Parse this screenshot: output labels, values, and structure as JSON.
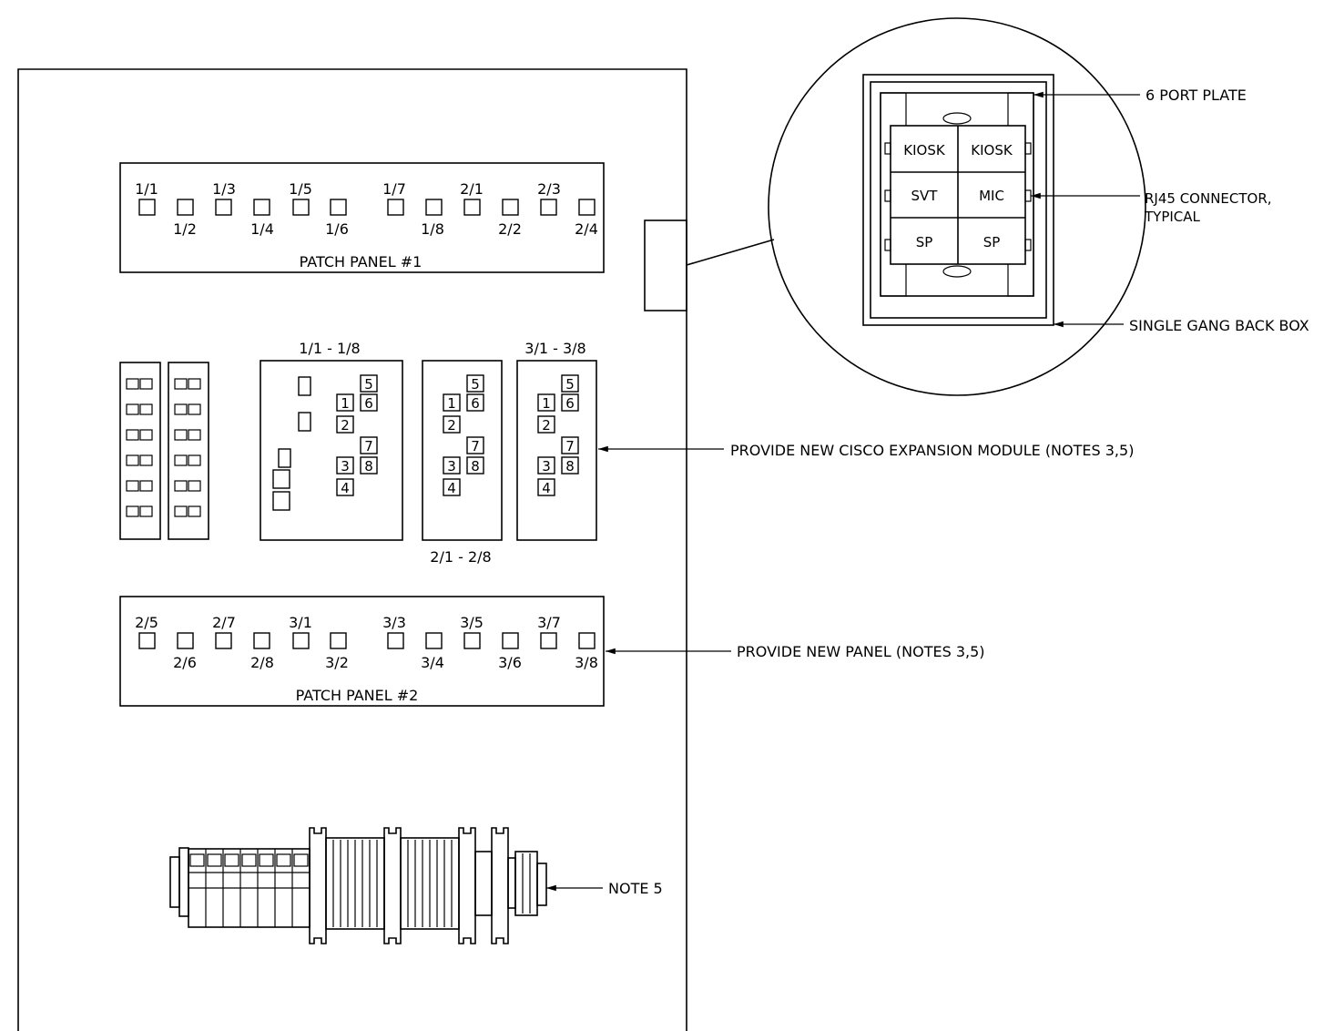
{
  "patch_panel_1": {
    "title": "PATCH PANEL #1",
    "top_labels": [
      "1/1",
      "1/3",
      "1/5",
      "1/7",
      "2/1",
      "2/3"
    ],
    "bottom_labels": [
      "1/2",
      "1/4",
      "1/6",
      "1/8",
      "2/2",
      "2/4"
    ]
  },
  "patch_panel_2": {
    "title": "PATCH PANEL #2",
    "top_labels": [
      "2/5",
      "2/7",
      "3/1",
      "3/3",
      "3/5",
      "3/7"
    ],
    "bottom_labels": [
      "2/6",
      "2/8",
      "3/2",
      "3/4",
      "3/6",
      "3/8"
    ]
  },
  "modules": {
    "label_a": "1/1 - 1/8",
    "label_b": "2/1 - 2/8",
    "label_c": "3/1 - 3/8",
    "port_numbers": [
      "1",
      "2",
      "3",
      "4",
      "5",
      "6",
      "7",
      "8"
    ]
  },
  "plate": {
    "ports": [
      "KIOSK",
      "KIOSK",
      "SVT",
      "MIC",
      "SP",
      "SP"
    ]
  },
  "callouts": {
    "six_port_plate": "6 PORT PLATE",
    "rj45_line1": "RJ45 CONNECTOR,",
    "rj45_line2": "TYPICAL",
    "back_box": "SINGLE GANG BACK BOX",
    "expansion_module": "PROVIDE NEW CISCO EXPANSION MODULE (NOTES 3,5)",
    "new_panel": "PROVIDE NEW PANEL (NOTES 3,5)",
    "note5": "NOTE 5"
  }
}
